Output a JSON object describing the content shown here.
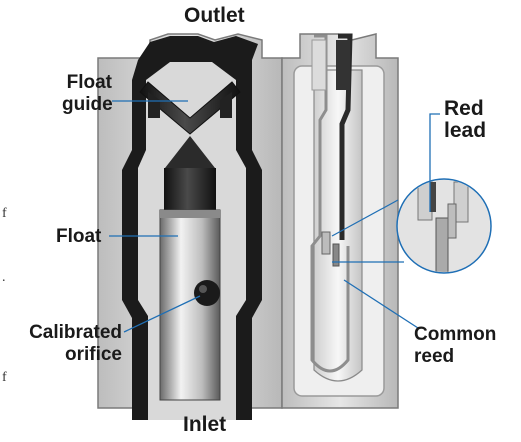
{
  "labels": {
    "outlet": "Outlet",
    "inlet": "Inlet",
    "float_guide_line1": "Float",
    "float_guide_line2": "guide",
    "float": "Float",
    "calibrated_line1": "Calibrated",
    "calibrated_line2": "orifice",
    "red_lead_line1": "Red",
    "red_lead_line2": "lead",
    "common_reed_line1": "Common",
    "common_reed_line2": "reed"
  },
  "edge_fragments": [
    "f",
    ".",
    "f"
  ],
  "colors": {
    "leader_line": "#1f6fb5",
    "body_gray": "#d4d4d4",
    "dark_metal": "#2a2a2a",
    "text": "#1a1a1a"
  }
}
